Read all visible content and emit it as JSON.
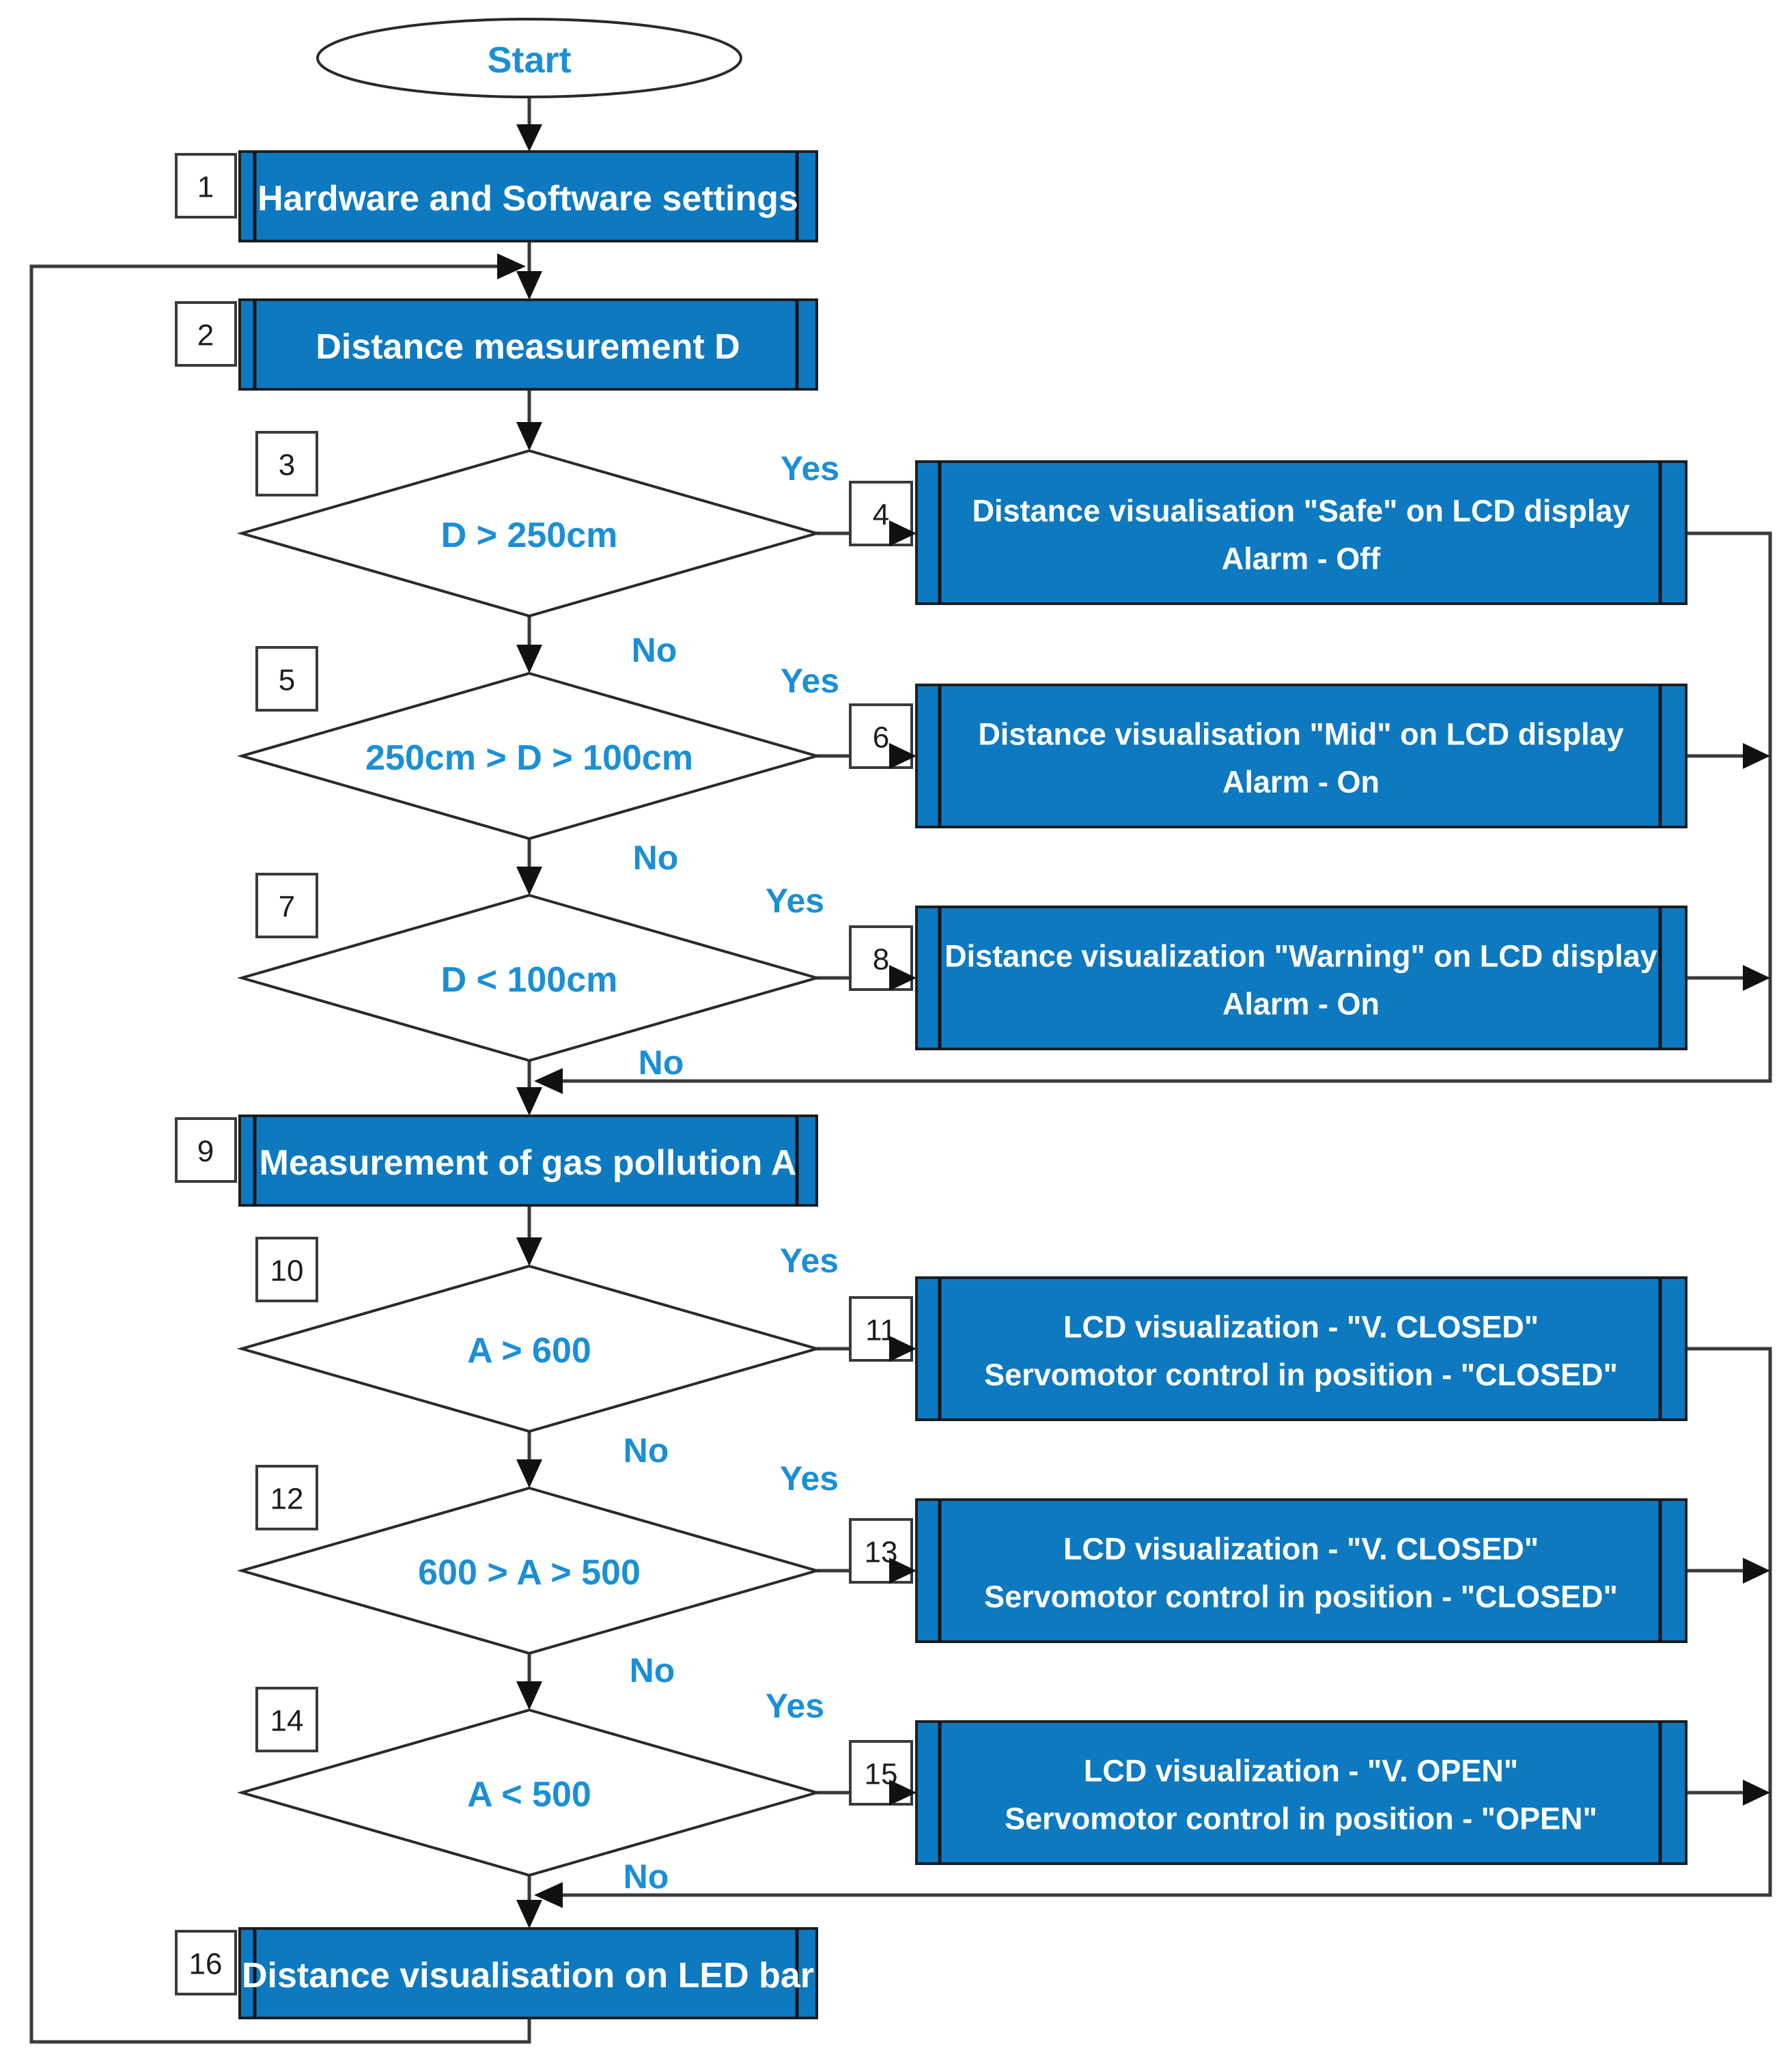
{
  "diagram": {
    "type": "flowchart",
    "labels": {
      "start": "Start",
      "yes": "Yes",
      "no": "No"
    },
    "colors": {
      "box_fill": "#0d79c0",
      "accent_text": "#1b8fd6",
      "line": "#3a3a3a",
      "box_text": "#ffffff",
      "background": "#ffffff"
    },
    "nodes": {
      "n1": {
        "num": "1",
        "label": "Hardware and  Software settings"
      },
      "n2": {
        "num": "2",
        "label": "Distance measurement D"
      },
      "n3": {
        "num": "3",
        "condition": "D > 250cm"
      },
      "n4": {
        "num": "4",
        "lines": [
          "Distance visualisation \"Safe\" on LCD display",
          "Alarm - Off"
        ]
      },
      "n5": {
        "num": "5",
        "condition": "250cm > D > 100cm"
      },
      "n6": {
        "num": "6",
        "lines": [
          "Distance visualisation \"Mid\" on LCD display",
          "Alarm - On"
        ]
      },
      "n7": {
        "num": "7",
        "condition": "D < 100cm"
      },
      "n8": {
        "num": "8",
        "lines": [
          "Distance visualization \"Warning\" on LCD display",
          "Alarm - On"
        ]
      },
      "n9": {
        "num": "9",
        "label": "Measurement of gas pollution A"
      },
      "n10": {
        "num": "10",
        "condition": "A > 600"
      },
      "n11": {
        "num": "11",
        "lines": [
          "LCD visualization - \"V. CLOSED\"",
          "Servomotor control in position - \"CLOSED\""
        ]
      },
      "n12": {
        "num": "12",
        "condition": "600 > A > 500"
      },
      "n13": {
        "num": "13",
        "lines": [
          "LCD visualization - \"V. CLOSED\"",
          "Servomotor control in position - \"CLOSED\""
        ]
      },
      "n14": {
        "num": "14",
        "condition": "A < 500"
      },
      "n15": {
        "num": "15",
        "lines": [
          "LCD visualization - \"V. OPEN\"",
          "Servomotor control in position - \"OPEN\""
        ]
      },
      "n16": {
        "num": "16",
        "label": "Distance visualisation on LED bar"
      }
    }
  }
}
